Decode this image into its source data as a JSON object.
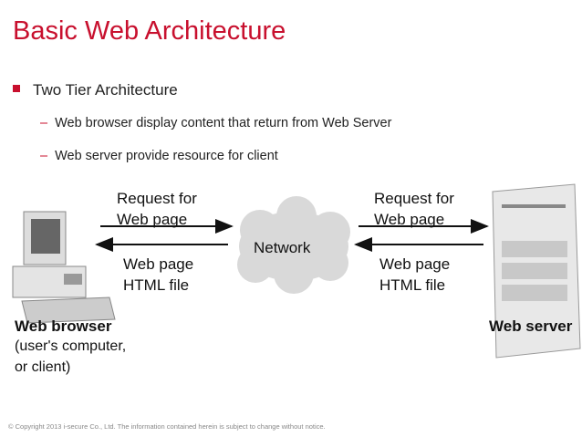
{
  "title": "Basic Web Architecture",
  "bullet": "Two Tier Architecture",
  "sub_items": [
    "Web browser display content that return from Web Server",
    "Web server provide resource for client"
  ],
  "diagram": {
    "request_left": [
      "Request for",
      "Web page"
    ],
    "response_left": [
      "Web page",
      "HTML file"
    ],
    "network": "Network",
    "request_right": [
      "Request for",
      "Web page"
    ],
    "response_right": [
      "Web page",
      "HTML file"
    ],
    "client_title": "Web browser",
    "client_desc": [
      "(user's computer,",
      "or client)"
    ],
    "server_title": "Web server"
  },
  "footer": "© Copyright 2013  i-secure Co., Ltd.   The information contained herein is subject to change without notice.",
  "colors": {
    "accent": "#c8102e"
  }
}
